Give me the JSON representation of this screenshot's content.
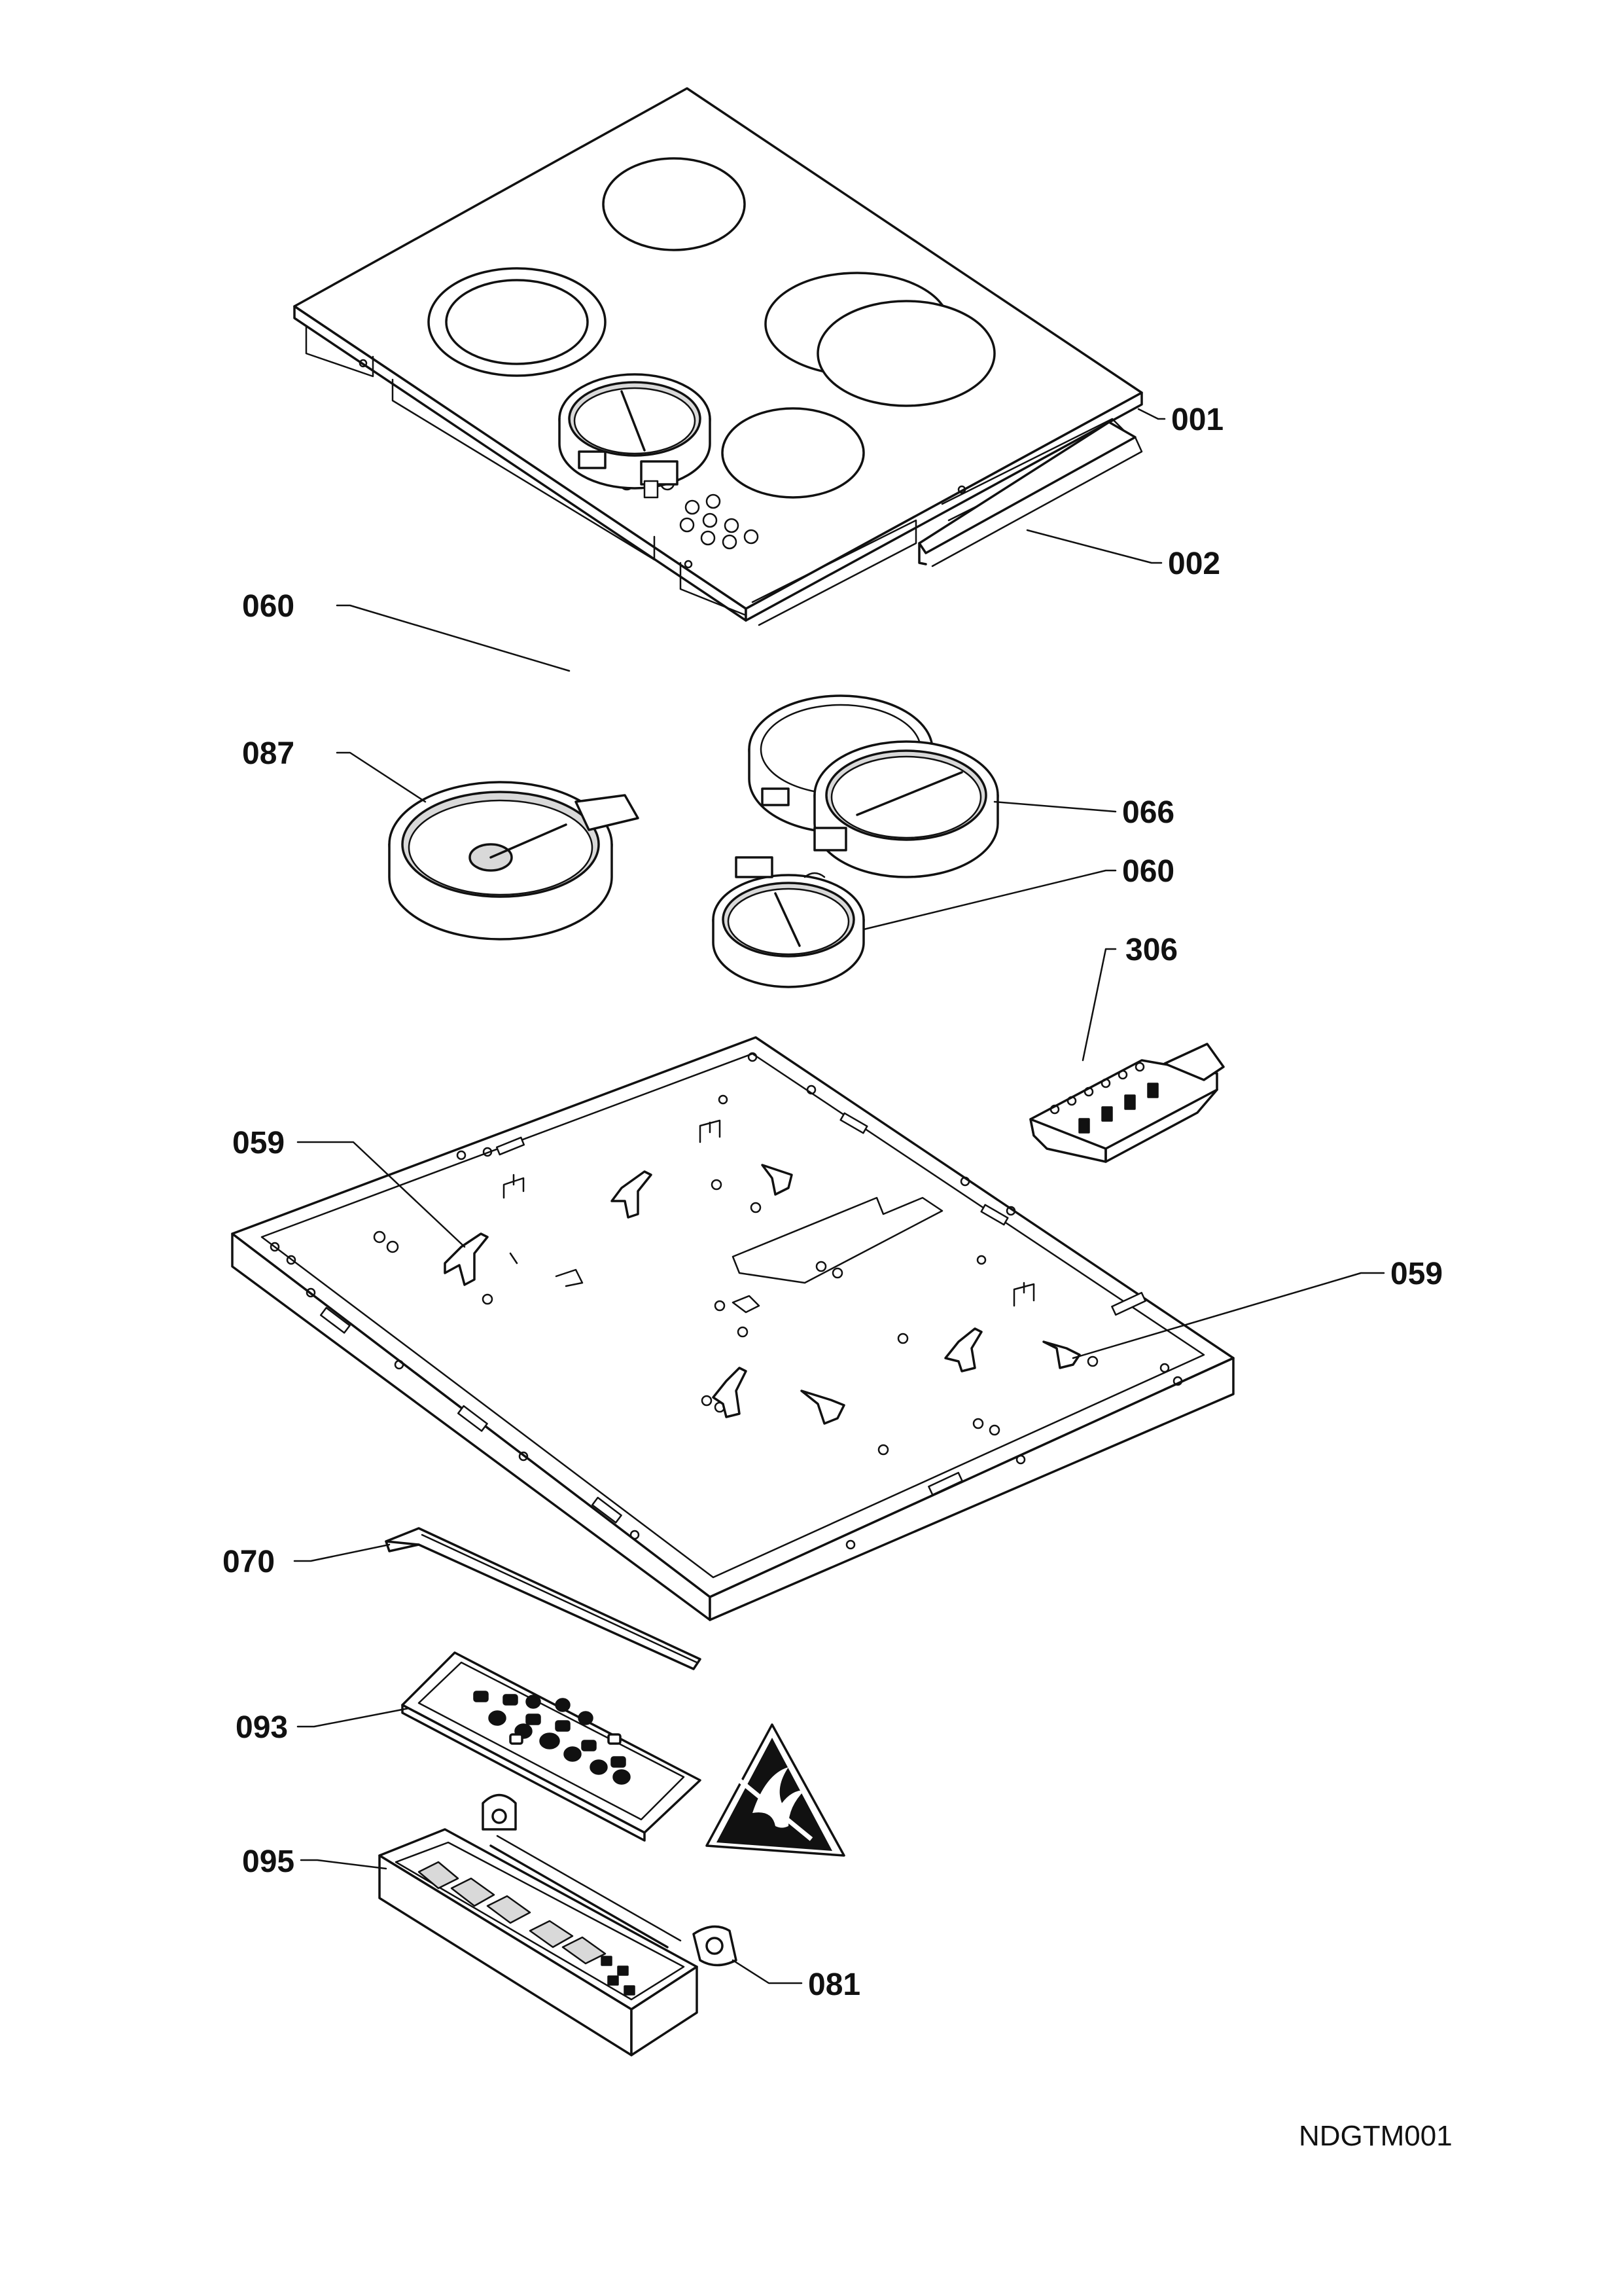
{
  "drawing_code": "NDGTM001",
  "callouts": [
    {
      "id": "001",
      "label": "001"
    },
    {
      "id": "002",
      "label": "002"
    },
    {
      "id": "060a",
      "label": "060"
    },
    {
      "id": "087",
      "label": "087"
    },
    {
      "id": "066",
      "label": "066"
    },
    {
      "id": "060b",
      "label": "060"
    },
    {
      "id": "306",
      "label": "306"
    },
    {
      "id": "059a",
      "label": "059"
    },
    {
      "id": "059b",
      "label": "059"
    },
    {
      "id": "070",
      "label": "070"
    },
    {
      "id": "093",
      "label": "093"
    },
    {
      "id": "095",
      "label": "095"
    },
    {
      "id": "081",
      "label": "081"
    }
  ],
  "parts": [
    {
      "id": "001",
      "icon": "glass-ceramic-top"
    },
    {
      "id": "002",
      "icon": "seal-strip"
    },
    {
      "id": "060",
      "icon": "radiant-heating-element"
    },
    {
      "id": "087",
      "icon": "large-heating-element"
    },
    {
      "id": "066",
      "icon": "dual-oval-heating-element"
    },
    {
      "id": "306",
      "icon": "terminal-block"
    },
    {
      "id": "059",
      "icon": "element-support-bracket"
    },
    {
      "id": "070",
      "icon": "seal-strip"
    },
    {
      "id": "093",
      "icon": "control-circuit-board"
    },
    {
      "id": "095",
      "icon": "control-box-housing"
    },
    {
      "id": "081",
      "icon": "bushing"
    }
  ],
  "warning_symbol": "esd-warning-icon"
}
